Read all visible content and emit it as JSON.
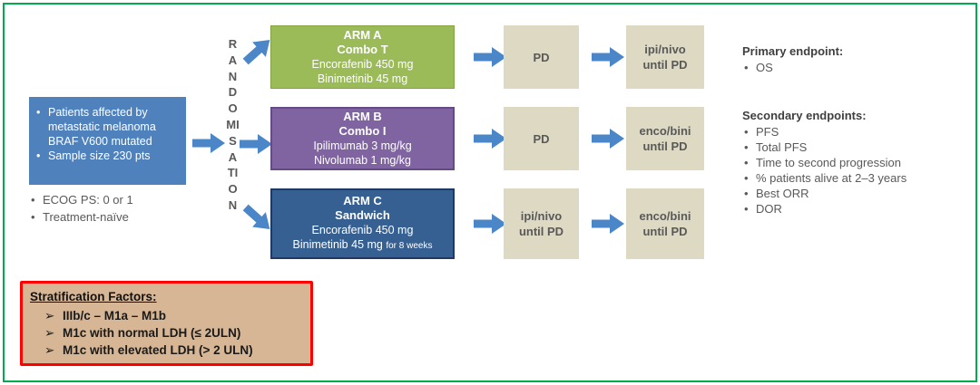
{
  "colors": {
    "frame-green": "#00AC4E",
    "arrow-blue": "#4A86C8",
    "patient-blue": "#4F81BD",
    "arm-a": "#9BBB59",
    "arm-b": "#8064A2",
    "arm-c": "#376092",
    "stage-beige": "#DDD9C3",
    "strat-tan": "#D7B695",
    "strat-red": "#FF0000",
    "text-gray": "#595959"
  },
  "eligibility": {
    "box_items": [
      "Patients affected by metastatic melanoma BRAF V600 mutated",
      "Sample size 230 pts"
    ],
    "criteria_items": [
      "ECOG PS: 0 or 1",
      "Treatment-naïve"
    ]
  },
  "randomisation_label": "RANDOMISATION",
  "arms": [
    {
      "name": "ARM A",
      "regimen": "Combo T",
      "drug1": "Encorafenib 450 mg",
      "drug2": "Binimetinib 45 mg",
      "drug2_note": ""
    },
    {
      "name": "ARM B",
      "regimen": "Combo I",
      "drug1": "Ipilimumab 3 mg/kg",
      "drug2": "Nivolumab 1 mg/kg",
      "drug2_note": ""
    },
    {
      "name": "ARM C",
      "regimen": "Sandwich",
      "drug1": "Encorafenib 450 mg",
      "drug2": "Binimetinib 45 mg",
      "drug2_note": "for 8 weeks"
    }
  ],
  "flow": [
    {
      "stage1_line1": "PD",
      "stage1_line2": "",
      "stage2_line1": "ipi/nivo",
      "stage2_line2": "until PD"
    },
    {
      "stage1_line1": "PD",
      "stage1_line2": "",
      "stage2_line1": "enco/bini",
      "stage2_line2": "until PD"
    },
    {
      "stage1_line1": "ipi/nivo",
      "stage1_line2": "until PD",
      "stage2_line1": "enco/bini",
      "stage2_line2": "until PD"
    }
  ],
  "endpoints": {
    "primary_title": "Primary endpoint:",
    "primary_items": [
      "OS"
    ],
    "secondary_title": "Secondary endpoints:",
    "secondary_items": [
      "PFS",
      "Total PFS",
      "Time to second progression",
      "% patients alive at 2–3 years",
      "Best ORR",
      "DOR"
    ]
  },
  "stratification": {
    "title": "Stratification Factors:",
    "items": [
      "IIIb/c – M1a – M1b",
      "M1c with normal LDH (≤ 2ULN)",
      "M1c with elevated LDH (> 2 ULN)"
    ]
  }
}
